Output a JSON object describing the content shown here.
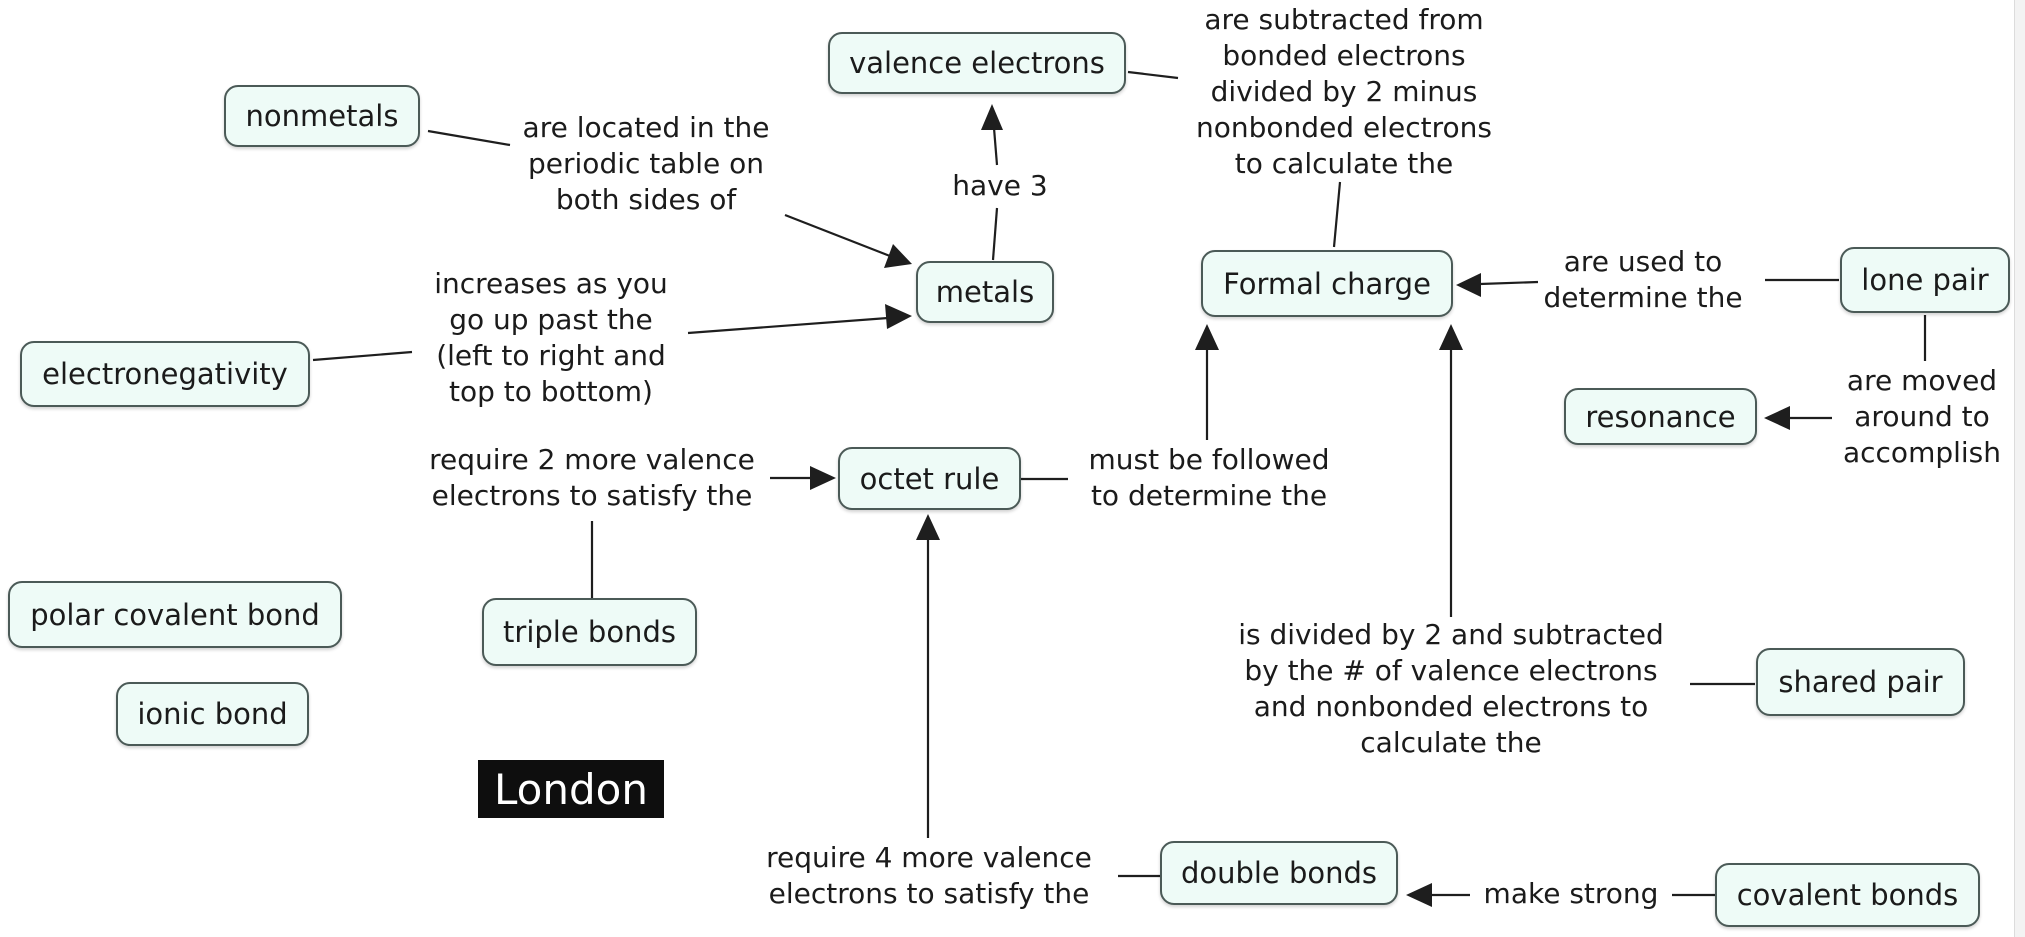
{
  "concepts": {
    "nonmetals": "nonmetals",
    "valence_electrons": "valence electrons",
    "metals": "metals",
    "electronegativity": "electronegativity",
    "formal_charge": "Formal charge",
    "lone_pair": "lone pair",
    "resonance": "resonance",
    "octet_rule": "octet rule",
    "polar_covalent_bond": "polar covalent bond",
    "triple_bonds": "triple bonds",
    "ionic_bond": "ionic bond",
    "shared_pair": "shared pair",
    "double_bonds": "double bonds",
    "covalent_bonds": "covalent bonds"
  },
  "links": {
    "located": "are located in the\nperiodic table on\nboth sides of",
    "have3": "have 3",
    "subtracted": "are subtracted from\nbonded electrons\ndivided by 2 minus\nnonbonded electrons\nto calculate the",
    "increases": "increases as you\ngo up past the\n(left to right and\ntop to bottom)",
    "used": "are used to\ndetermine the",
    "moved": "are moved\naround to\naccomplish",
    "require2": "require 2 more valence\nelectrons to satisfy the",
    "followed": "must be followed\nto determine the",
    "divided": "is divided by 2 and subtracted\nby the # of valence electrons\nand nonbonded electrons to\ncalculate the",
    "require4": "require 4 more valence\nelectrons to satisfy the",
    "makestrong": "make strong"
  },
  "tag": "London"
}
